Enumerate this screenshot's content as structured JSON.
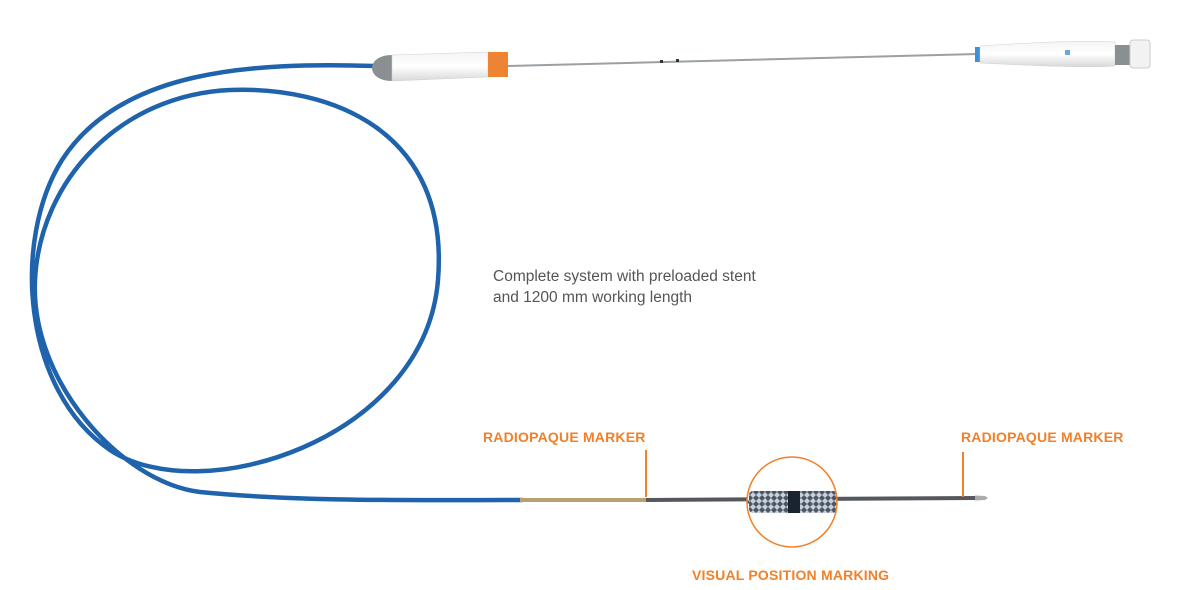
{
  "caption": {
    "line1": "Complete system with preloaded stent",
    "line2": "and 1200 mm working length"
  },
  "labels": {
    "marker_left": "RADIOPAQUE MARKER",
    "marker_right": "RADIOPAQUE MARKER",
    "position_marking": "VISUAL POSITION MARKING"
  },
  "colors": {
    "accent": "#f0802a",
    "cable": "#1f63ad",
    "text": "#555555"
  }
}
